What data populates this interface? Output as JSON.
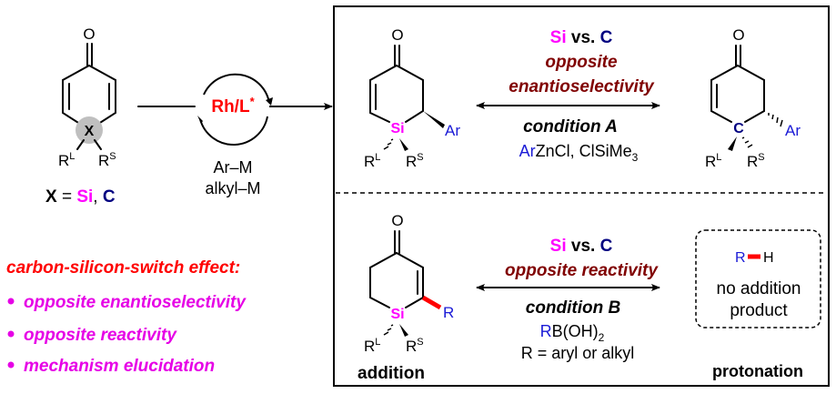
{
  "colors": {
    "silicon": "#ff00ff",
    "carbon": "#000080",
    "aryl_blue": "#1a1ad6",
    "catalyst_red": "#ff0000",
    "effect_maroon": "#800000",
    "bullet_magenta": "#e600e6",
    "x_highlight": "#bfbfbf"
  },
  "substrate": {
    "carbonyl": "O",
    "center_atom": "X",
    "rl": "R",
    "rl_sup": "L",
    "rs": "R",
    "rs_sup": "S",
    "label_x": "X",
    "label_eq": " = ",
    "label_si": "Si",
    "label_comma": ", ",
    "label_c": "C"
  },
  "catalyst": {
    "name": "Rh/L",
    "star": "*",
    "reagent_1": "Ar–M",
    "reagent_2": "alkyl–M"
  },
  "effect": {
    "title": "carbon-silicon-switch effect:",
    "bullets": [
      "opposite enantioselectivity",
      "opposite reactivity",
      "mechanism elucidation"
    ]
  },
  "panel_a": {
    "left_product": {
      "carbonyl": "O",
      "center": "Si",
      "sub": "Ar",
      "rl": "R",
      "rl_sup": "L",
      "rs": "R",
      "rs_sup": "S"
    },
    "right_product": {
      "carbonyl": "O",
      "center": "C",
      "sub": "Ar",
      "rl": "R",
      "rl_sup": "L",
      "rs": "R",
      "rs_sup": "S"
    },
    "si": "Si",
    "vs": " vs. ",
    "c": "C",
    "line1": "opposite",
    "line2": "enantioselectivity",
    "condition": "condition A",
    "reagent_ar": "Ar",
    "reagent_rest": "ZnCl, ClSiMe",
    "reagent_sub": "3"
  },
  "panel_b": {
    "left_product": {
      "carbonyl": "O",
      "center": "Si",
      "sub": "R",
      "rl": "R",
      "rl_sup": "L",
      "rs": "R",
      "rs_sup": "S",
      "caption": "addition"
    },
    "si": "Si",
    "vs": " vs. ",
    "c": "C",
    "line1": "opposite reactivity",
    "condition": "condition B",
    "reagent_r": "R",
    "reagent_rest": "B(OH)",
    "reagent_sub": "2",
    "r_def": "R = aryl or alkyl",
    "right_box": {
      "r": "R",
      "h": "H",
      "line1": "no addition",
      "line2": "product"
    },
    "right_caption": "protonation"
  }
}
